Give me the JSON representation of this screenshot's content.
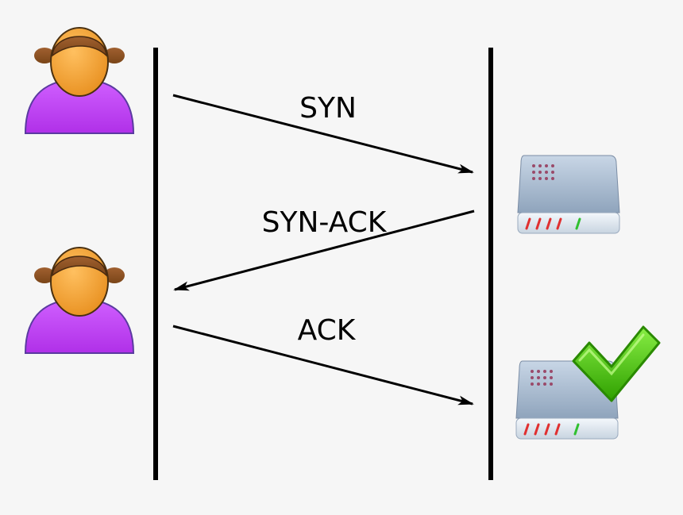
{
  "colors": {
    "background": "#f6f6f6",
    "lifeline": "#000000",
    "arrow": "#000000",
    "user_body": "#c040f0",
    "user_face": "#f0a030",
    "user_hair": "#8a5020",
    "server_body": "#a8b8cc",
    "checkmark": "#44bb00"
  },
  "icons": {
    "client": "user-icon",
    "server": "server-icon",
    "success": "checkmark-icon"
  },
  "messages": [
    {
      "label": "SYN",
      "direction": "client-to-server"
    },
    {
      "label": "SYN-ACK",
      "direction": "server-to-client"
    },
    {
      "label": "ACK",
      "direction": "client-to-server"
    }
  ]
}
